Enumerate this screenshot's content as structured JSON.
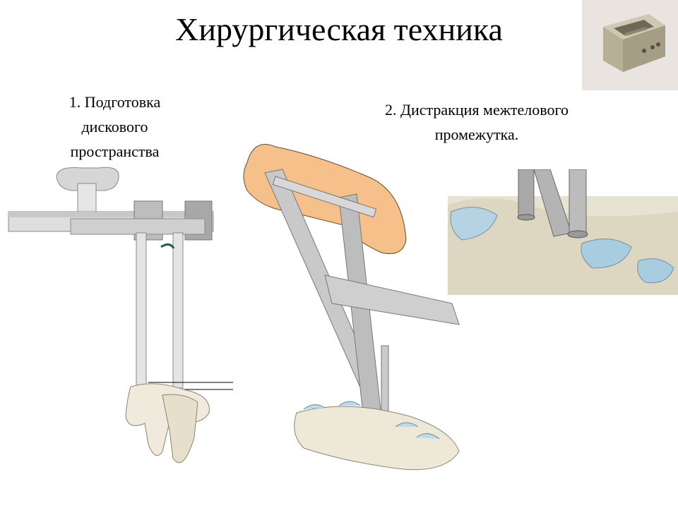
{
  "slide": {
    "title": "Хирургическая техника"
  },
  "steps": [
    {
      "label": "1. Подготовка дискового пространства"
    },
    {
      "label_line1": "2. Дистракция межтелового",
      "label_line2": "промежутка."
    }
  ],
  "illustrations": {
    "implant_photo": "cage-implant-photo",
    "step1": "distractor-instrument-on-vertebrae",
    "step2": "hand-holding-distractor-on-spine",
    "step2_detail": "spine-closeup-with-pins"
  }
}
